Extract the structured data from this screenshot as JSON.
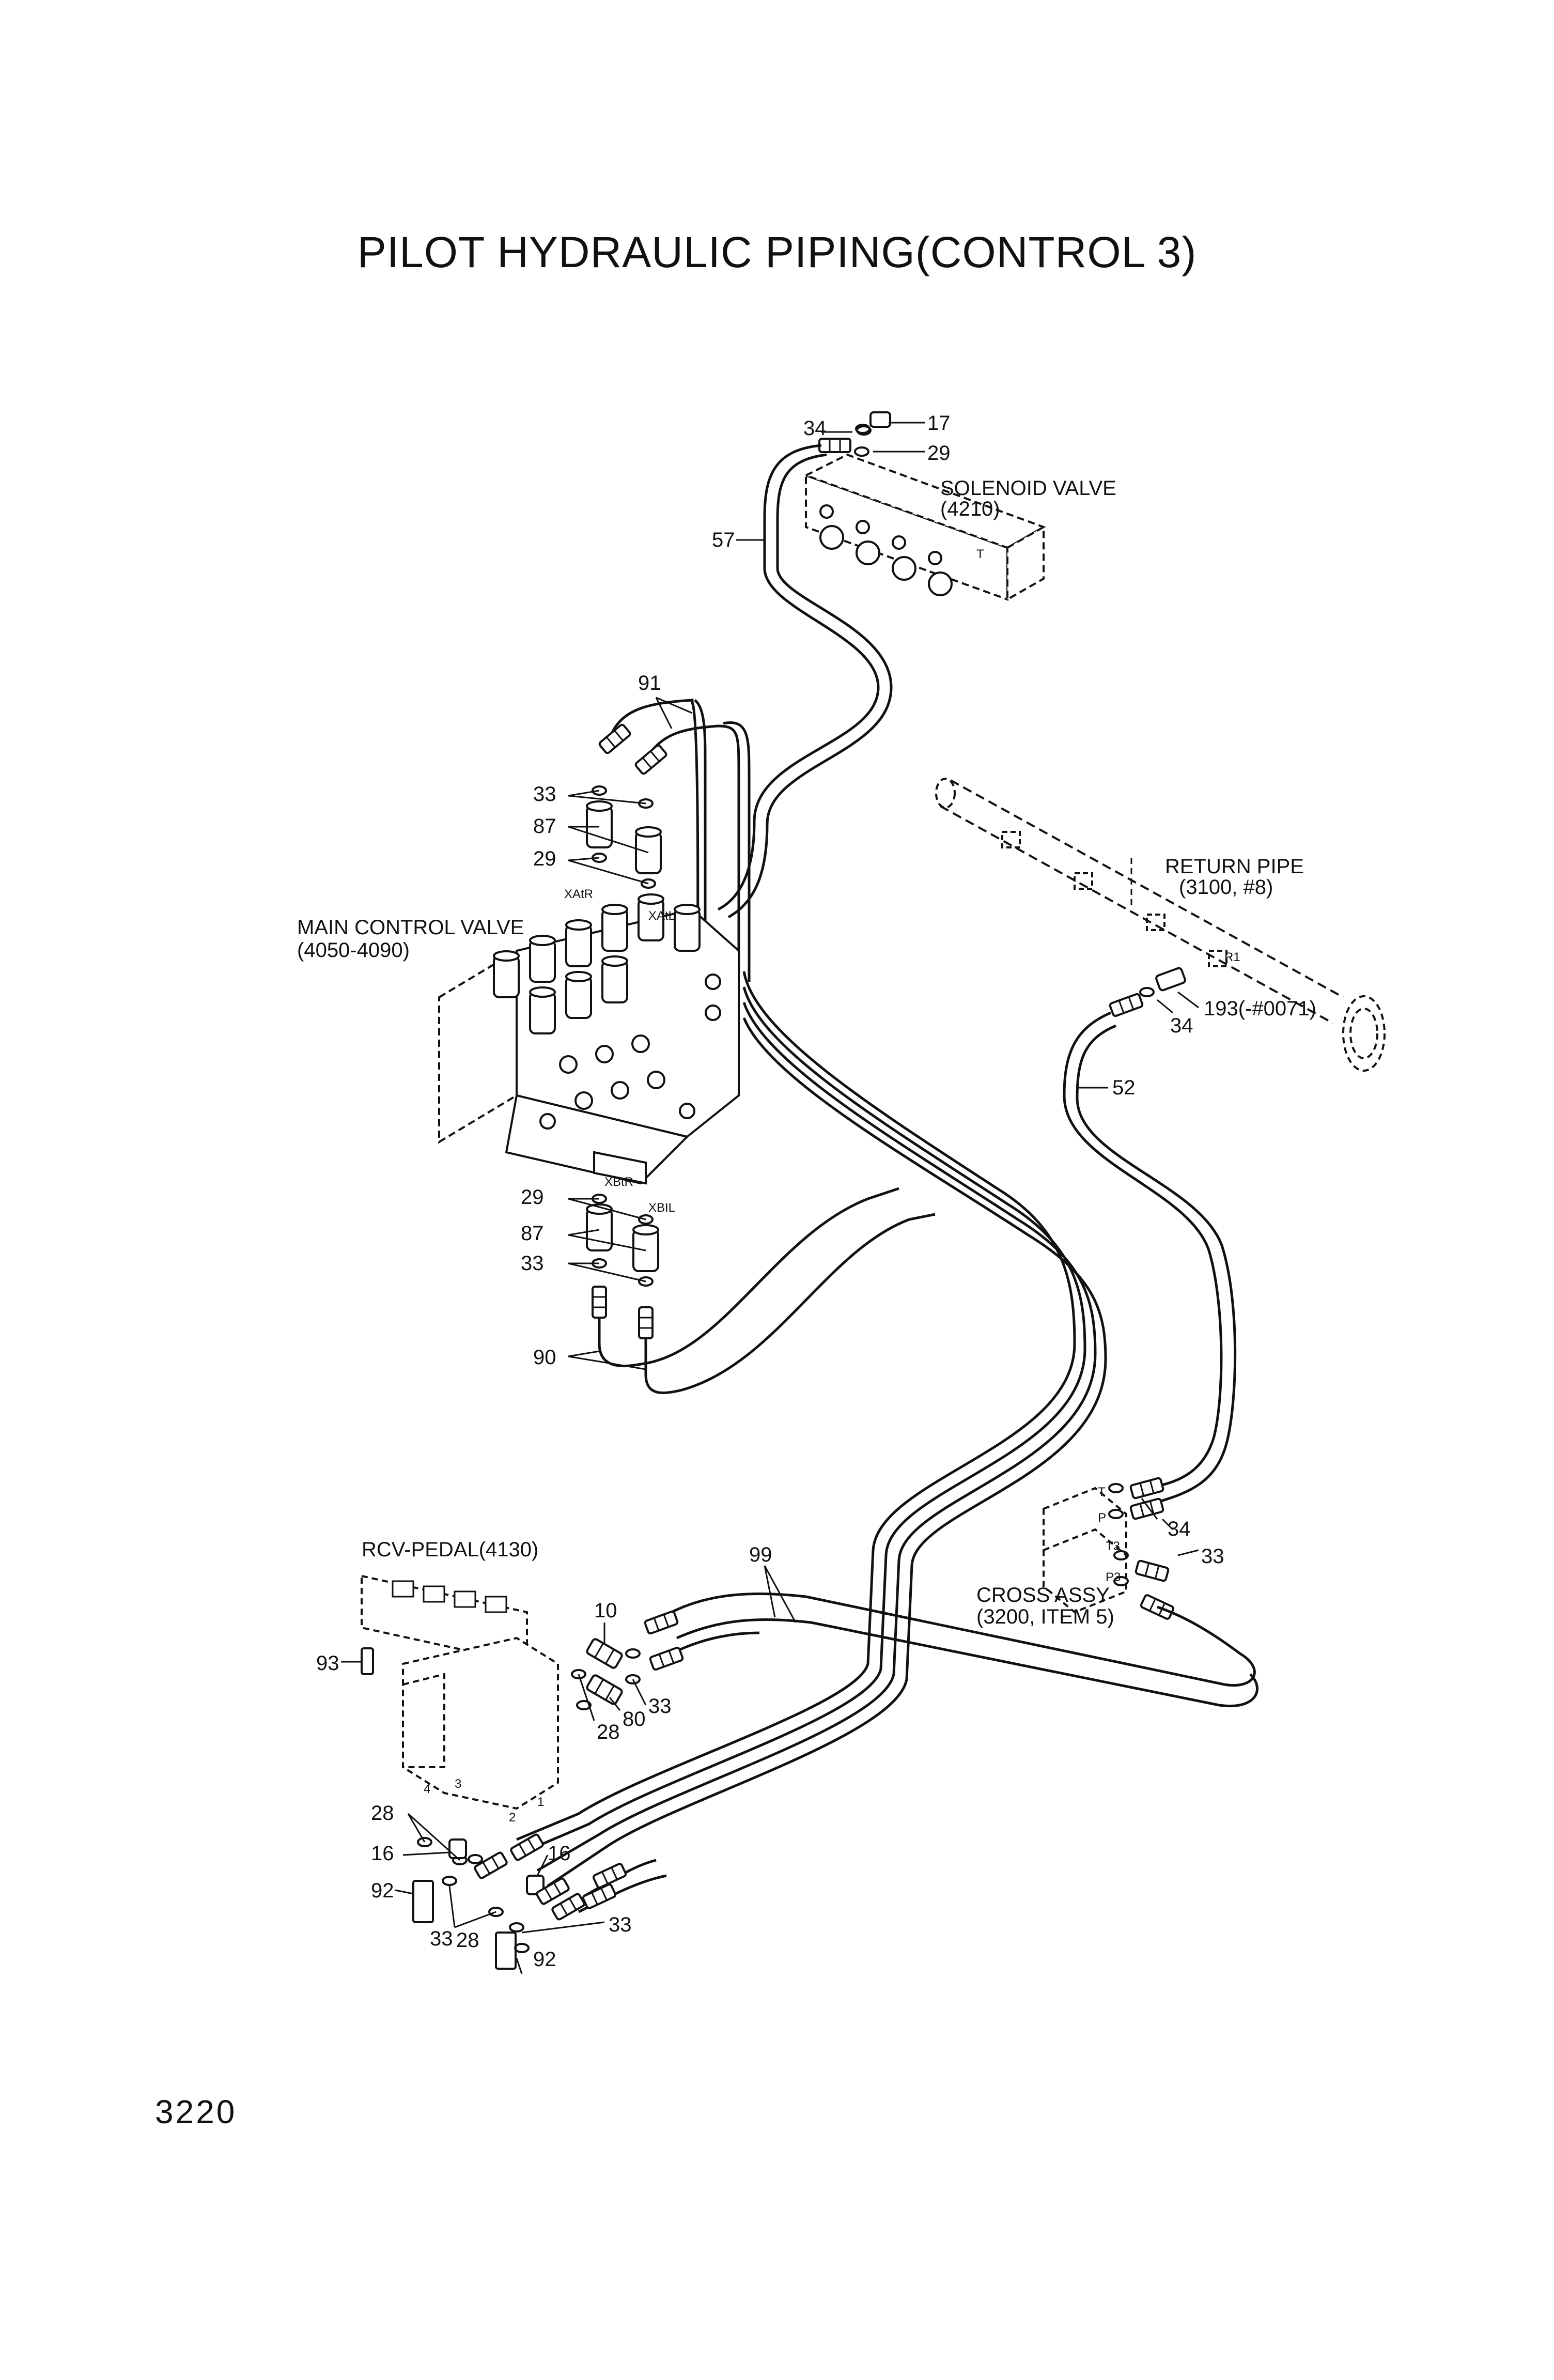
{
  "title": "PILOT HYDRAULIC PIPING(CONTROL 3)",
  "page_number": "3220",
  "components": {
    "solenoid_valve": {
      "name": "SOLENOID VALVE",
      "ref": "(4210)"
    },
    "main_control_valve": {
      "name": "MAIN CONTROL VALVE",
      "ref": "(4050-4090)"
    },
    "return_pipe": {
      "name": "RETURN PIPE",
      "ref": "(3100, #8)"
    },
    "cross_assy": {
      "name": "CROSS ASSY",
      "ref": "(3200, ITEM 5)"
    },
    "rcv_pedal": {
      "name": "RCV-PEDAL(4130)"
    }
  },
  "ports": {
    "xatr": "XAtR",
    "xatl": "XAtL",
    "xbtr": "XBtR",
    "xbil": "XBIL",
    "t": "T",
    "p": "P",
    "t3": "T3",
    "p3": "P3",
    "r1": "R1",
    "pedal_a": "4",
    "pedal_b": "3",
    "pedal_c": "2",
    "pedal_d": "1"
  },
  "callouts": {
    "c34_top": "34",
    "c17": "17",
    "c29_top": "29",
    "c57": "57",
    "c91": "91",
    "c33_a": "33",
    "c87_a": "87",
    "c29_a": "29",
    "c29_b": "29",
    "c87_b": "87",
    "c33_b": "33",
    "c90": "90",
    "c193": "193(-#0071)",
    "c34_r": "34",
    "c52": "52",
    "c34_cross": "34",
    "c33_cross": "33",
    "c99": "99",
    "c10": "10",
    "c93": "93",
    "c28_a": "28",
    "c80": "80",
    "c33_c": "33",
    "c28_b": "28",
    "c16_a": "16",
    "c16_b": "16",
    "c92_a": "92",
    "c33_d": "33",
    "c28_c": "28",
    "c33_e": "33",
    "c92_b": "92"
  }
}
